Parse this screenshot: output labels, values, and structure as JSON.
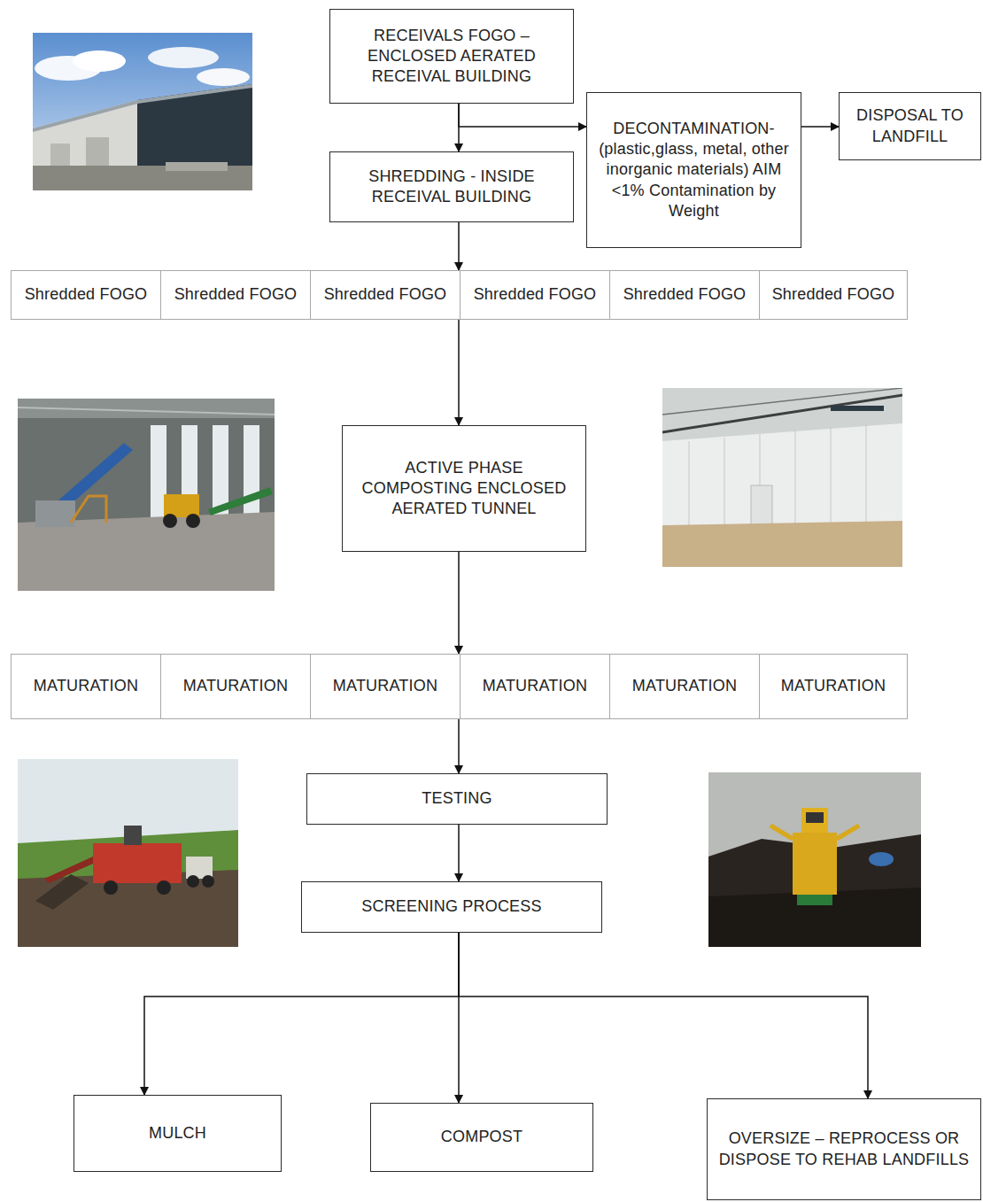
{
  "diagram": {
    "nodes": [
      {
        "text": [
          "RECEIVALS FOGO – ENCLOSED AERATED RECEIVAL BUILDING"
        ]
      },
      {
        "text": [
          "DECONTAMINATION- (plastic,glass, metal, other inorganic materials) AIM <1% Contamination by Weight"
        ]
      },
      {
        "text": [
          "DISPOSAL TO LANDFILL"
        ]
      },
      {
        "text": [
          "SHREDDING - INSIDE RECEIVAL BUILDING"
        ]
      },
      {
        "text": [
          "Shredded FOGO"
        ]
      },
      {
        "text": [
          "Shredded FOGO"
        ]
      },
      {
        "text": [
          "Shredded FOGO"
        ]
      },
      {
        "text": [
          "Shredded FOGO"
        ]
      },
      {
        "text": [
          "Shredded FOGO"
        ]
      },
      {
        "text": [
          "Shredded FOGO"
        ]
      },
      {
        "text": [
          "ACTIVE PHASE COMPOSTING ENCLOSED AERATED TUNNEL"
        ]
      },
      {
        "text": [
          "MATURATION"
        ]
      },
      {
        "text": [
          "MATURATION"
        ]
      },
      {
        "text": [
          "MATURATION"
        ]
      },
      {
        "text": [
          "MATURATION"
        ]
      },
      {
        "text": [
          "MATURATION"
        ]
      },
      {
        "text": [
          "MATURATION"
        ]
      },
      {
        "text": [
          "TESTING"
        ]
      },
      {
        "text": [
          "SCREENING PROCESS"
        ]
      },
      {
        "text": [
          "MULCH"
        ]
      },
      {
        "text": [
          "COMPOST"
        ]
      },
      {
        "text": [
          "OVERSIZE – REPROCESS OR DISPOSE TO REHAB LANDFILLS"
        ]
      }
    ],
    "edges": [
      {
        "from": 0,
        "to": 3,
        "arrow": "to"
      },
      {
        "from": 0,
        "to": 1,
        "arrow": "to"
      },
      {
        "from": 1,
        "to": 2,
        "arrow": "to"
      },
      {
        "from": 3,
        "to": 6,
        "arrow": "to"
      },
      {
        "from": 6,
        "to": 10,
        "arrow": "to"
      },
      {
        "from": 10,
        "to": 13,
        "arrow": "to"
      },
      {
        "from": 13,
        "to": 17,
        "arrow": "to"
      },
      {
        "from": 17,
        "to": 18,
        "arrow": "to"
      },
      {
        "from": 18,
        "to": 19,
        "arrow": "to"
      },
      {
        "from": 18,
        "to": 20,
        "arrow": "to"
      },
      {
        "from": 18,
        "to": 21,
        "arrow": "to"
      }
    ]
  }
}
